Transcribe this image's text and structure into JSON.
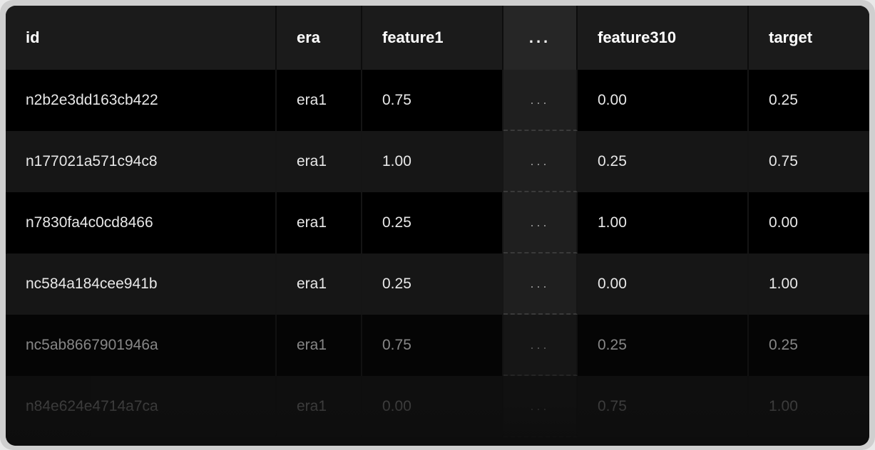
{
  "table": {
    "headers": [
      "id",
      "era",
      "feature1",
      "...",
      "feature310",
      "target"
    ],
    "rows": [
      [
        "n2b2e3dd163cb422",
        "era1",
        "0.75",
        "...",
        "0.00",
        "0.25"
      ],
      [
        "n177021a571c94c8",
        "era1",
        "1.00",
        "...",
        "0.25",
        "0.75"
      ],
      [
        "n7830fa4c0cd8466",
        "era1",
        "0.25",
        "...",
        "1.00",
        "0.00"
      ],
      [
        "nc584a184cee941b",
        "era1",
        "0.25",
        "...",
        "0.00",
        "1.00"
      ],
      [
        "nc5ab8667901946a",
        "era1",
        "0.75",
        "...",
        "0.25",
        "0.25"
      ],
      [
        "n84e624e4714a7ca",
        "era1",
        "0.00",
        "...",
        "0.75",
        "1.00"
      ]
    ]
  },
  "colors": {
    "background": "#0d0d0d",
    "header_bg": "#1b1b1b",
    "row_dark": "#000000",
    "row_light": "#161616",
    "text": "#e8e8e8"
  }
}
